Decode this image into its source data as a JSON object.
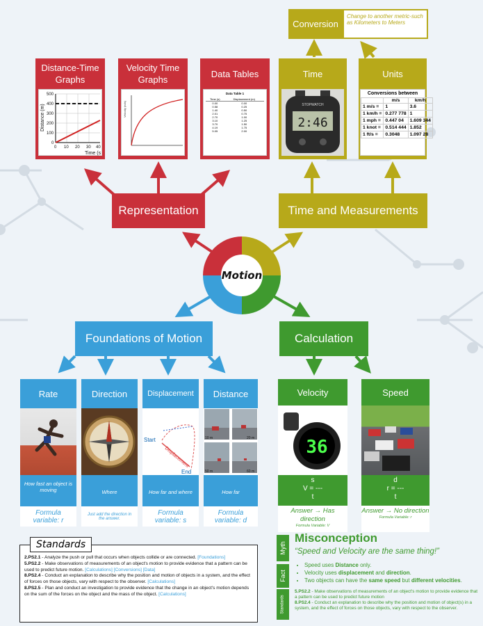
{
  "center": {
    "label": "Motion"
  },
  "colors": {
    "red": "#c9303a",
    "olive": "#b7a91a",
    "blue": "#3a9fd9",
    "green": "#3f9a2f"
  },
  "conversion": {
    "title": "Conversion",
    "note": "Change to another metric-such as Kilometers to Meters"
  },
  "representation": {
    "title": "Representation",
    "items": [
      {
        "label": "Distance-Time Graphs"
      },
      {
        "label": "Velocity Time Graphs"
      },
      {
        "label": "Data Tables"
      }
    ],
    "dt_graph": {
      "ylabel": "Distance (m)",
      "xlabel": "Time (s",
      "yticks": [
        "500",
        "400",
        "300",
        "200",
        "100",
        "0"
      ],
      "xticks": [
        "0",
        "10",
        "20",
        "30",
        "40"
      ]
    },
    "vt_graph": {
      "ylabel": "Velocity (m/s)"
    },
    "data_table": {
      "title": "Data Table 1",
      "headers": [
        "Time (s)",
        "Displacement (m)"
      ],
      "rows": [
        [
          "0.00",
          "0.00"
        ],
        [
          "0.58",
          "0.25"
        ],
        [
          "1.40",
          "0.50"
        ],
        [
          "2.01",
          "0.75"
        ],
        [
          "2.70",
          "1.00"
        ],
        [
          "3.10",
          "1.25"
        ],
        [
          "3.70",
          "1.50"
        ],
        [
          "4.19",
          "1.75"
        ],
        [
          "5.05",
          "2.00"
        ]
      ]
    }
  },
  "time_measurements": {
    "title": "Time and Measurements",
    "items": [
      {
        "label": "Time"
      },
      {
        "label": "Units"
      }
    ],
    "stopwatch": {
      "brand": "STOPWATCH",
      "display": "2:46"
    },
    "units_table": {
      "title": "Conversions between",
      "headers": [
        "",
        "m/s",
        "km/h"
      ],
      "rows": [
        [
          "1 m/s =",
          "1",
          "3.6"
        ],
        [
          "1 km/h =",
          "0.277 778",
          "1"
        ],
        [
          "1 mph =",
          "0.447 04",
          "1.609 344"
        ],
        [
          "1 knot =",
          "0.514 444",
          "1.852"
        ],
        [
          "1 ft/s =",
          "0.3048",
          "1.097 28"
        ]
      ]
    }
  },
  "foundations": {
    "title": "Foundations of Motion",
    "cards": [
      {
        "title": "Rate",
        "def": "How fast an object is moving",
        "formula": "Formula variable: r"
      },
      {
        "title": "Direction",
        "def": "Where",
        "formula": "Just add the direction in the answer."
      },
      {
        "title": "Displacement",
        "def": "How far and where",
        "formula": "Formula variable: s"
      },
      {
        "title": "Distance",
        "def": "How far",
        "formula": "Formula variable: d"
      }
    ],
    "displacement_img": {
      "start": "Start",
      "mid": "Displacement",
      "end": "End"
    },
    "distance_img": {
      "labels": [
        "10 m",
        "20 m",
        "50 m",
        "60 m"
      ]
    }
  },
  "calculation": {
    "title": "Calculation",
    "cards": [
      {
        "title": "Velocity",
        "display": "36",
        "formula_top": "s",
        "formula_mid": "V = ---",
        "formula_bot": "t",
        "answer": "Answer → Has direction",
        "variable": "Formula Variable: V"
      },
      {
        "title": "Speed",
        "formula_top": "d",
        "formula_mid": "r = ---",
        "formula_bot": "t",
        "answer": "Answer → No direction",
        "variable": "Formula Variable: r"
      }
    ]
  },
  "standards": {
    "title": "Standards",
    "items": [
      {
        "code": "2.PS2.1",
        "text": " - Analyze the push or pull that occurs when objects collide or are connected.",
        "tags": "[Foundations]"
      },
      {
        "code": "5.PS2.2",
        "text": " - Make observations of measurements of an object's motion to provide evidence that a pattern can be used to predict future motion.",
        "tags": "[Calculations] [Conversions] [Data]"
      },
      {
        "code": "8.PS2.4",
        "text": " - Conduct an explanation to describe why the position and motion of objects in a system, and the effect of forces on those objects, vary with respect to the observer.",
        "tags": "[Calculations]"
      },
      {
        "code": "8.PS2.5",
        "text": " - Plan and conduct an investigation to provide evidence that the change in an object's motion depends on the sum of the forces on the object and the mass of the object.",
        "tags": "[Calculations]"
      }
    ]
  },
  "misconception": {
    "title": "Misconception",
    "myth_tab": "Myth",
    "fact_tab": "Fact",
    "standards_tab": "Standards",
    "myth": "“Speed and Velocity are the same thing!”",
    "facts": [
      {
        "pre": "Speed uses ",
        "bold": "Distance",
        "post": " only.",
        "bold2": "",
        "post2": ""
      },
      {
        "pre": "Velocity uses ",
        "bold": "displacement",
        "post": " and ",
        "bold2": "direction",
        "post2": "."
      },
      {
        "pre": "Two objects can have the ",
        "bold": "same speed",
        "post": " but ",
        "bold2": "different velocities",
        "post2": "."
      }
    ],
    "standards": [
      {
        "code": "5.PS2.2",
        "text": " - Make observations of measurements of an object's motion to provide evidence that a pattern can be used to predict future motion"
      },
      {
        "code": "8.PS2.4",
        "text": " - Conduct an explanation to describe why the position and motion of object(s) in a system, and the effect of forces on those objects, vary with respect to the observer."
      }
    ]
  }
}
